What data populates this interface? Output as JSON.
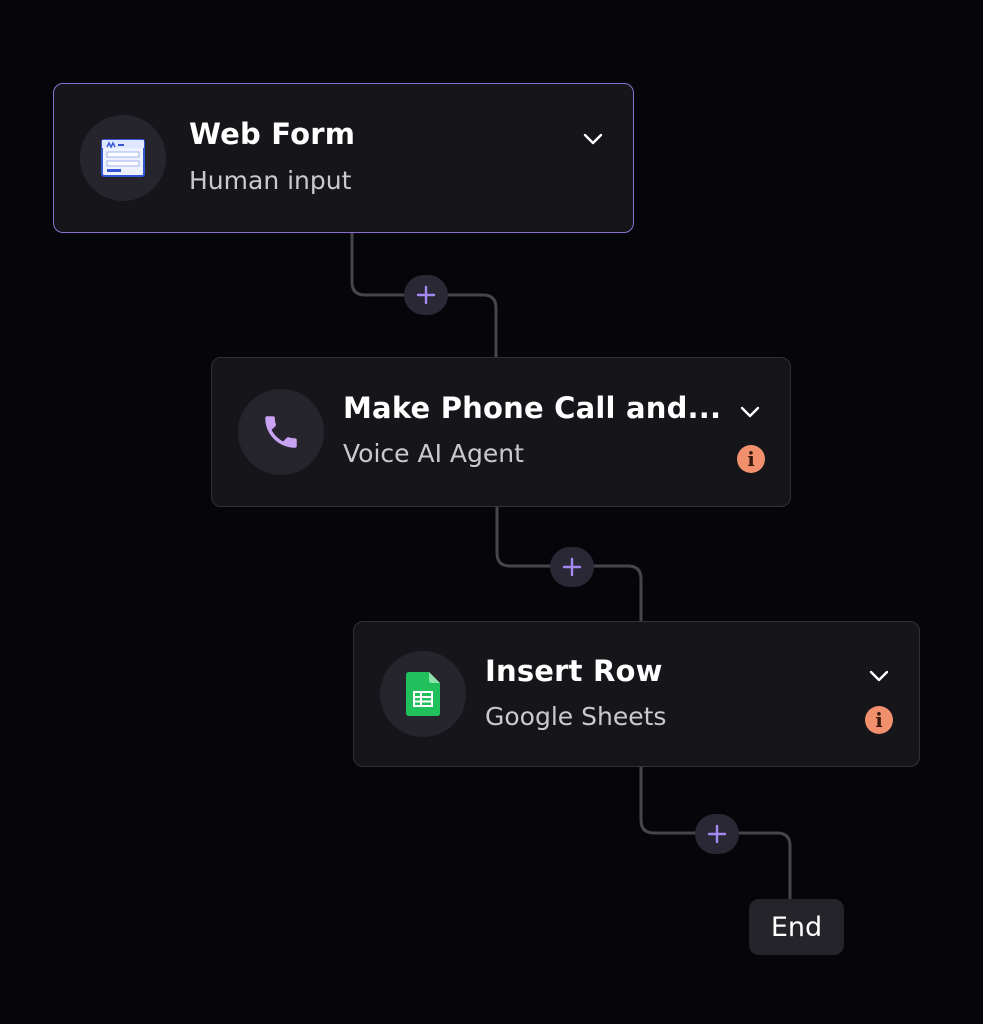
{
  "canvas": {
    "accent_color": "#8a6fd1",
    "warning_color": "#f2906e",
    "background_color": "#06060a"
  },
  "nodes": [
    {
      "title": "Web Form",
      "subtitle": "Human input",
      "icon": "web-form-icon",
      "selected": true,
      "has_warning": false
    },
    {
      "title": "Make Phone Call and...",
      "subtitle": "Voice AI Agent",
      "icon": "phone-icon",
      "selected": false,
      "has_warning": true,
      "warning_glyph": "i"
    },
    {
      "title": "Insert Row",
      "subtitle": "Google Sheets",
      "icon": "google-sheets-icon",
      "selected": false,
      "has_warning": true,
      "warning_glyph": "i"
    }
  ],
  "add_step_buttons": [
    {
      "icon": "plus-icon"
    },
    {
      "icon": "plus-icon"
    },
    {
      "icon": "plus-icon"
    }
  ],
  "end_node": {
    "label": "End"
  }
}
